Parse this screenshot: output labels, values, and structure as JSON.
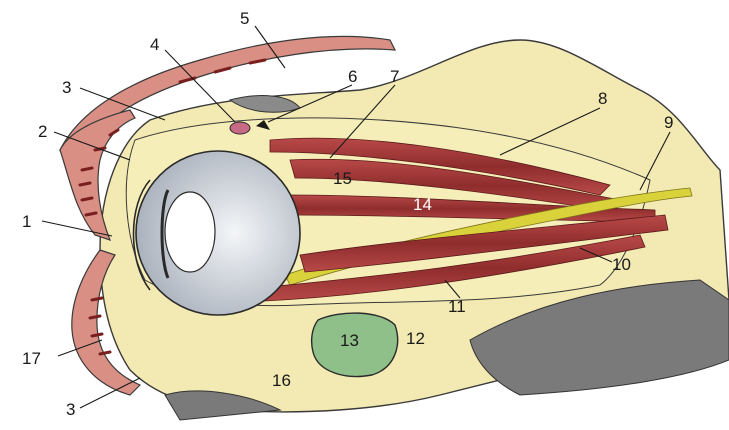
{
  "labels": {
    "l1": "1",
    "l2": "2",
    "l3a": "3",
    "l3b": "3",
    "l4": "4",
    "l5": "5",
    "l6": "6",
    "l7": "7",
    "l8": "8",
    "l9": "9",
    "l10": "10",
    "l11": "11",
    "l12": "12",
    "l13": "13",
    "l14": "14",
    "l15": "15",
    "l16": "16",
    "l17": "17"
  },
  "colors": {
    "fat": "#f6eeb8",
    "bone": "#f3e9b2",
    "skin": "#d98f84",
    "muscle": "#a63a3a",
    "nerve": "#d9d23a",
    "sinus": "#8fc08a",
    "eyeball": "#d8dde3",
    "dark": "#7a7a7a"
  }
}
